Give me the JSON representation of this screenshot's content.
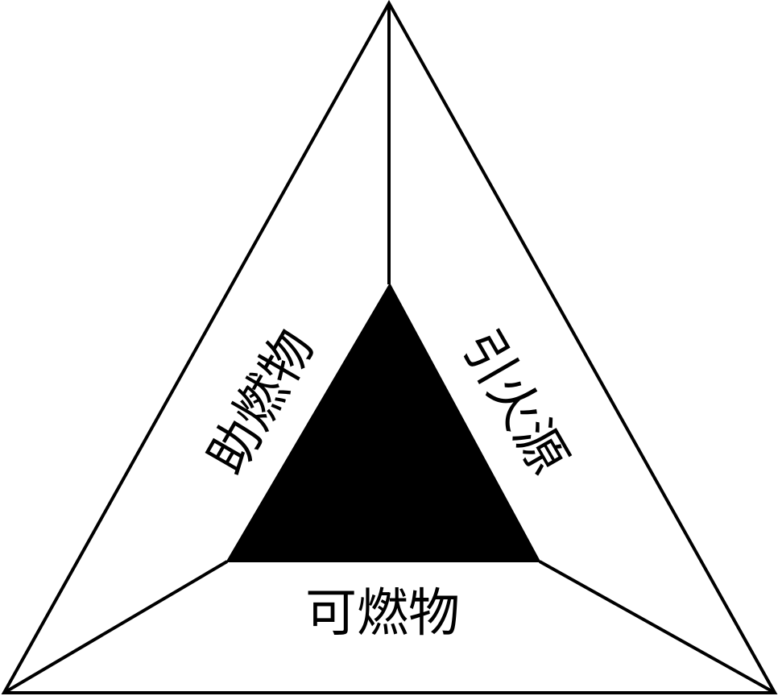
{
  "diagram": {
    "title": "",
    "type": "fire-triangle",
    "colors": {
      "background": "#ffffff",
      "stroke": "#000000",
      "core": "#000000"
    },
    "labels": {
      "left": "助燃物",
      "right": "引火源",
      "bottom": "可燃物"
    }
  }
}
